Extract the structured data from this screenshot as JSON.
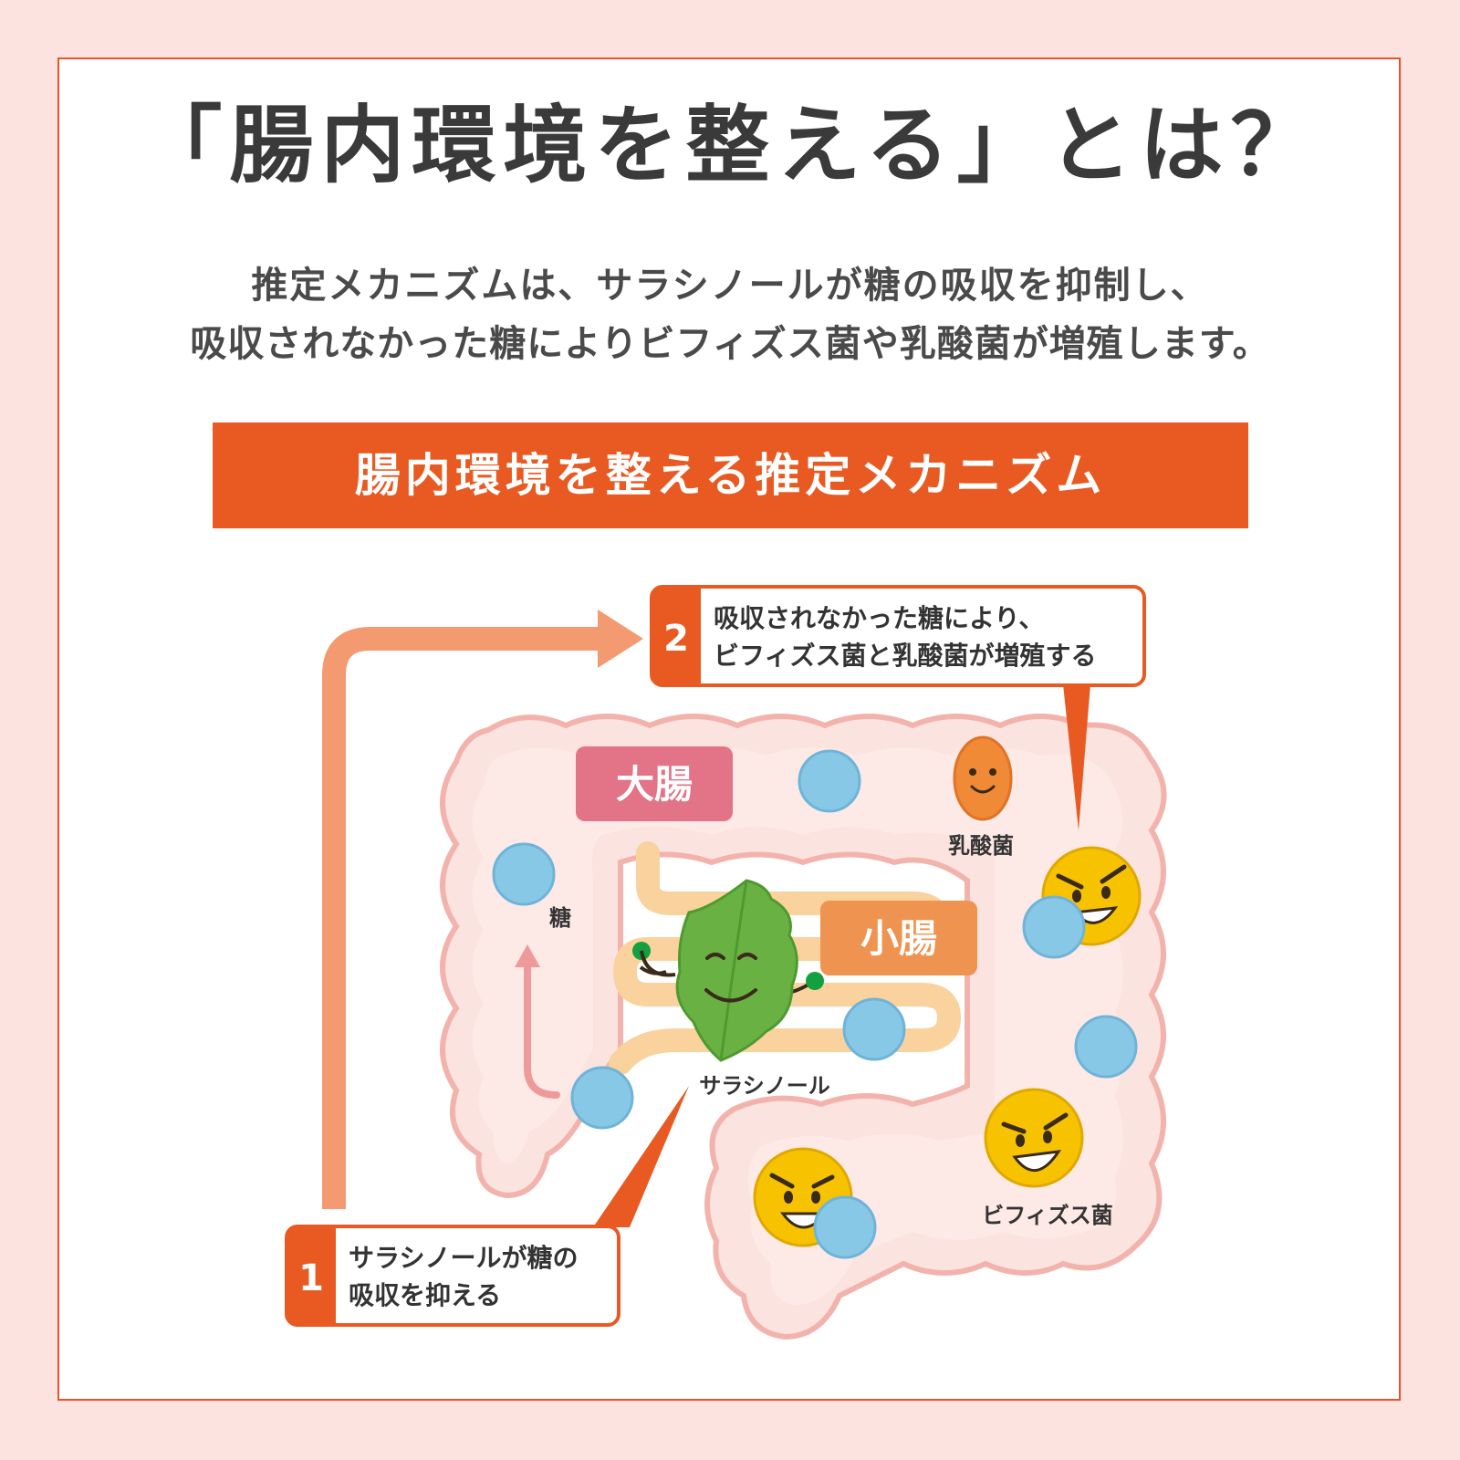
{
  "title": "「腸内環境を整える」とは？",
  "subtitle_lines": [
    "推定メカニズムは、サラシノールが糖の吸収を抑制し、",
    "吸収されなかった糖によりビフィズス菌や乳酸菌が増殖します。"
  ],
  "banner": "腸内環境を整える推定メカニズム",
  "diagram": {
    "large_intestine_label": "大腸",
    "small_intestine_label": "小腸",
    "sugar_label": "糖",
    "salacinol_label": "サラシノール",
    "lactic_acid_bacteria_label": "乳酸菌",
    "bifidobacteria_label": "ビフィズス菌",
    "step1": {
      "number": "1",
      "lines": [
        "サラシノールが糖の",
        "吸収を抑える"
      ]
    },
    "step2": {
      "number": "2",
      "lines": [
        "吸収されなかった糖により、",
        "ビフィズス菌と乳酸菌が増殖する"
      ]
    }
  },
  "colors": {
    "accent": "#e85a22",
    "background": "#fde3df",
    "intestine": "#fbe3df",
    "sugar": "#86c8e6",
    "label_large": "#e37387",
    "label_small": "#ef9350",
    "leaf": "#6ab143",
    "bacteria_yellow": "#f7c300",
    "bacteria_orange": "#f08a36"
  }
}
